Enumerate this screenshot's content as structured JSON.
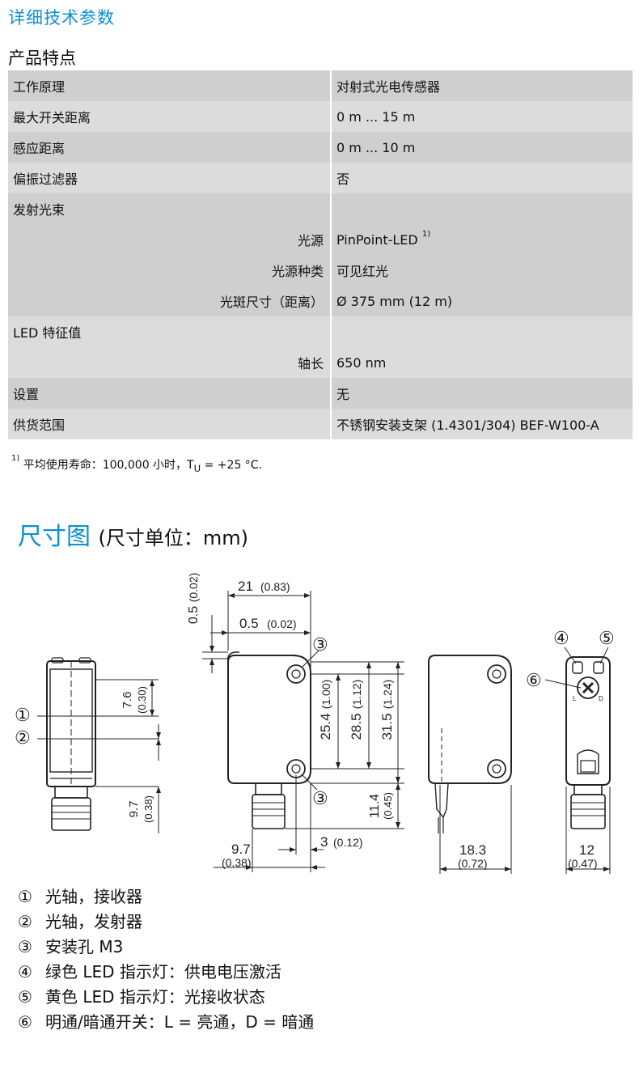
{
  "header": {
    "section_title": "详细技术参数",
    "subsection_title": "产品特点"
  },
  "specs": [
    {
      "key": "工作原理",
      "value": "对射式光电传感器"
    },
    {
      "key": "最大开关距离",
      "value": "0 m ... 15 m"
    },
    {
      "key": "感应距离",
      "value": "0 m ... 10 m"
    },
    {
      "key": "偏振过滤器",
      "value": "否"
    },
    {
      "key": "发射光束",
      "value": ""
    },
    {
      "key": "光源",
      "value": "PinPoint-LED",
      "sup": "1)"
    },
    {
      "key": "光源种类",
      "value": "可见红光"
    },
    {
      "key": "光斑尺寸（距离）",
      "value": "Ø 375 mm (12 m)"
    },
    {
      "key": "LED 特征值",
      "value": ""
    },
    {
      "key": "轴长",
      "value": "650 nm"
    },
    {
      "key": "设置",
      "value": "无"
    },
    {
      "key": "供货范围",
      "value": "不锈钢安装支架 (1.4301/304) BEF-W100-A"
    }
  ],
  "footnote": {
    "mark": "1)",
    "text_before": " 平均使用寿命：100,000 小时，T",
    "sub": "U",
    "text_after": " = +25 °C."
  },
  "dimensions": {
    "title": "尺寸图",
    "unit_note": "(尺寸单位：mm)"
  },
  "drawing": {
    "callouts": [
      "①",
      "②",
      "③",
      "④",
      "⑤",
      "⑥"
    ],
    "labels": {
      "top_width": "21",
      "top_width_in": "(0.83)",
      "offset_a": "0.5",
      "offset_a_in": "(0.02)",
      "offset_b": "0.5",
      "offset_b_in": "(0.02)",
      "d76": "7.6",
      "d76_in": "(0.30)",
      "d97_left": "9.7",
      "d97_left_in": "(0.38)",
      "d254": "25.4",
      "d254_in": "(1.00)",
      "d285": "28.5",
      "d285_in": "(1.12)",
      "d315": "31.5",
      "d315_in": "(1.24)",
      "d114": "11.4",
      "d114_in": "(0.45)",
      "d97_bottom": "9.7",
      "d97_bottom_in": "(0.38)",
      "d3": "3",
      "d3_in": "(0.12)",
      "d183": "18.3",
      "d183_in": "(0.72)",
      "d12": "12",
      "d12_in": "(0.47)",
      "L": "L",
      "D": "D"
    }
  },
  "legend": [
    {
      "num": "①",
      "text": "光轴，接收器"
    },
    {
      "num": "②",
      "text": "光轴，发射器"
    },
    {
      "num": "③",
      "text": "安装孔 M3"
    },
    {
      "num": "④",
      "text": "绿色 LED 指示灯：供电电压激活"
    },
    {
      "num": "⑤",
      "text": "黄色 LED 指示灯：光接收状态"
    },
    {
      "num": "⑥",
      "text": "明通/暗通开关：L = 亮通，D = 暗通"
    }
  ]
}
